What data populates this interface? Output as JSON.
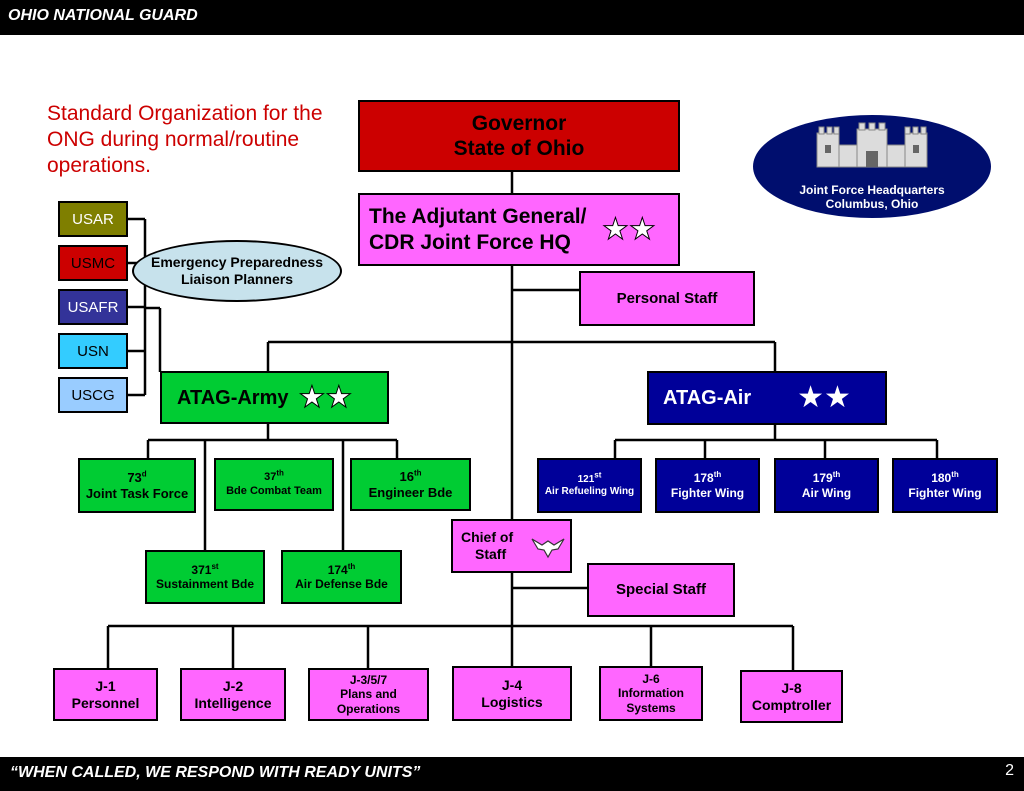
{
  "header": {
    "title": "OHIO NATIONAL GUARD"
  },
  "subtitle": "Standard Organization for the ONG during normal/routine operations.",
  "footer": {
    "motto": "“WHEN CALLED, WE RESPOND WITH READY UNITS”",
    "page_number": "2"
  },
  "governor": {
    "line1": "Governor",
    "line2": "State of Ohio"
  },
  "tag": {
    "line1": "The Adjutant General/",
    "line2": "CDR Joint Force HQ",
    "stars": "★★"
  },
  "personal_staff": "Personal Staff",
  "jfhq": {
    "line1": "Joint Force Headquarters",
    "line2": "Columbus, Ohio"
  },
  "liaison": {
    "line1": "Emergency Preparedness",
    "line2": "Liaison Planners"
  },
  "services": [
    {
      "label": "USAR",
      "color": "#7f7f00",
      "text_color": "#ffffff"
    },
    {
      "label": "USMC",
      "color": "#cc0000",
      "text_color": "#000000"
    },
    {
      "label": "USAFR",
      "color": "#333399",
      "text_color": "#ffffff"
    },
    {
      "label": "USN",
      "color": "#33ccff",
      "text_color": "#000000"
    },
    {
      "label": "USCG",
      "color": "#99ccff",
      "text_color": "#000000"
    }
  ],
  "atag_army": {
    "label": "ATAG-Army",
    "stars": "★★"
  },
  "atag_air": {
    "label": "ATAG-Air",
    "stars": "★★"
  },
  "army_units": [
    {
      "num": "73",
      "sup": "d",
      "name": "Joint Task Force"
    },
    {
      "num": "37",
      "sup": "th",
      "name": "Bde Combat Team"
    },
    {
      "num": "16",
      "sup": "th",
      "name": "Engineer Bde"
    },
    {
      "num": "371",
      "sup": "st",
      "name": "Sustainment Bde"
    },
    {
      "num": "174",
      "sup": "th",
      "name": "Air Defense Bde"
    }
  ],
  "air_units": [
    {
      "num": "121",
      "sup": "st",
      "name": "Air Refueling Wing"
    },
    {
      "num": "178",
      "sup": "th",
      "name": "Fighter Wing"
    },
    {
      "num": "179",
      "sup": "th",
      "name": "Air Wing"
    },
    {
      "num": "180",
      "sup": "th",
      "name": "Fighter Wing"
    }
  ],
  "chief_of_staff": {
    "line1": "Chief of",
    "line2": "Staff"
  },
  "special_staff": "Special Staff",
  "j_staff": [
    {
      "line1": "J-1",
      "line2": "Personnel"
    },
    {
      "line1": "J-2",
      "line2": "Intelligence"
    },
    {
      "line1": "J-3/5/7",
      "line2": "Plans and",
      "line3": "Operations"
    },
    {
      "line1": "J-4",
      "line2": "Logistics"
    },
    {
      "line1": "J-6",
      "line2": "Information",
      "line3": "Systems"
    },
    {
      "line1": "J-8",
      "line2": "Comptroller"
    }
  ]
}
